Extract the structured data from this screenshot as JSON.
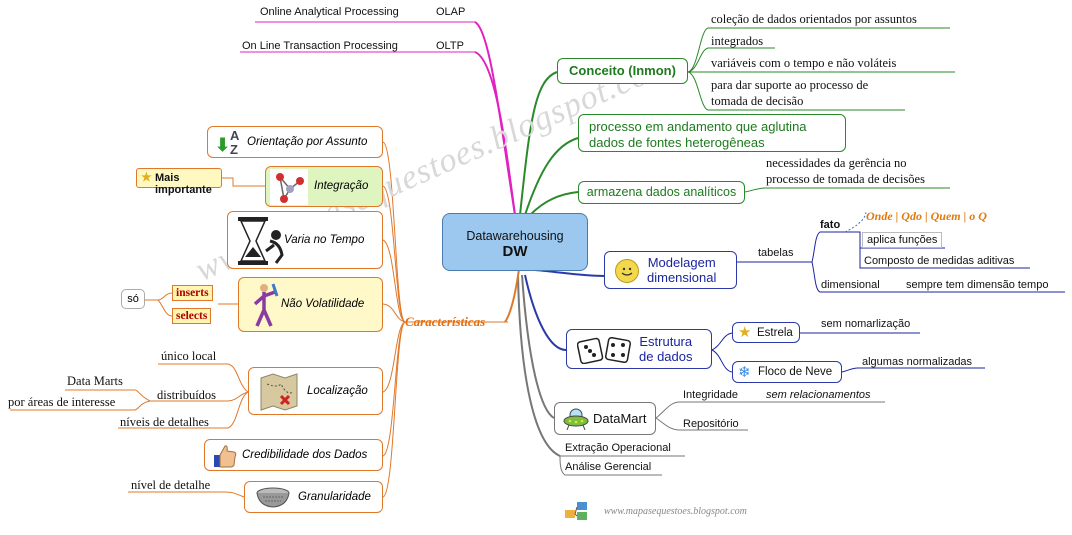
{
  "center": {
    "title": "Datawarehousing",
    "subtitle": "DW"
  },
  "top": {
    "olap_full": "Online Analytical Processing",
    "olap": "OLAP",
    "oltp_full": "On Line Transaction Processing",
    "oltp": "OLTP"
  },
  "conceito": {
    "label": "Conceito (Inmon)",
    "items": [
      "coleção de dados orientados por assuntos",
      "integrados",
      "variáveis com o tempo e não voláteis",
      "para dar suporte ao processo de",
      "tomada de decisão"
    ]
  },
  "processo": {
    "line1": "processo em andamento que aglutina",
    "line2": "dados de fontes heterogêneas"
  },
  "armazena": {
    "label": "armazena dados analíticos",
    "note1": "necessidades da gerência no",
    "note2": "processo de tomada de decisões"
  },
  "modelagem": {
    "line1": "Modelagem",
    "line2": "dimensional",
    "tabelas": "tabelas",
    "fato": "fato",
    "fato_note": "Onde | Qdo | Quem | o Q",
    "aplica": "aplica funções",
    "composto": "Composto de medidas aditivas",
    "dimensional": "dimensional",
    "sempre": "sempre tem dimensão tempo"
  },
  "estrutura": {
    "line1": "Estrutura",
    "line2": "de dados",
    "estrela": "Estrela",
    "estrela_note": "sem nomarlização",
    "floco": "Floco de Neve",
    "floco_note": "algumas normalizadas"
  },
  "datamart": {
    "label": "DataMart",
    "integridade": "Integridade",
    "integridade_note": "sem relacionamentos",
    "repositorio": "Repositório"
  },
  "extracao": "Extração Operacional",
  "analise": "Análise Gerencial",
  "caracteristicas": {
    "label": "Características",
    "orientacao": "Orientação por Assunto",
    "integracao": "Integração",
    "importante": "Mais importante",
    "tempo": "Varia no Tempo",
    "volatilidade": "Não Volatilidade",
    "inserts": "inserts",
    "selects": "selects",
    "so": "só",
    "localizacao": "Localização",
    "unico": "único local",
    "distribuidos": "distribuídos",
    "datamarts": "Data Marts",
    "areas": "por áreas de interesse",
    "niveis": "níveis de detalhes",
    "credibilidade": "Credibilidade dos Dados",
    "granularidade": "Granularidade",
    "nivel": "nível de detalhe"
  },
  "watermark": "www.mapasequestoes.blogspot.com",
  "footer": "www.mapasequestoes.blogspot.com",
  "colors": {
    "orange": "#e0782a",
    "green": "#2a8a2a",
    "blue": "#2a3aa8",
    "magenta": "#e020c0",
    "gray": "#777777",
    "center_fill": "#9cc8f0"
  }
}
